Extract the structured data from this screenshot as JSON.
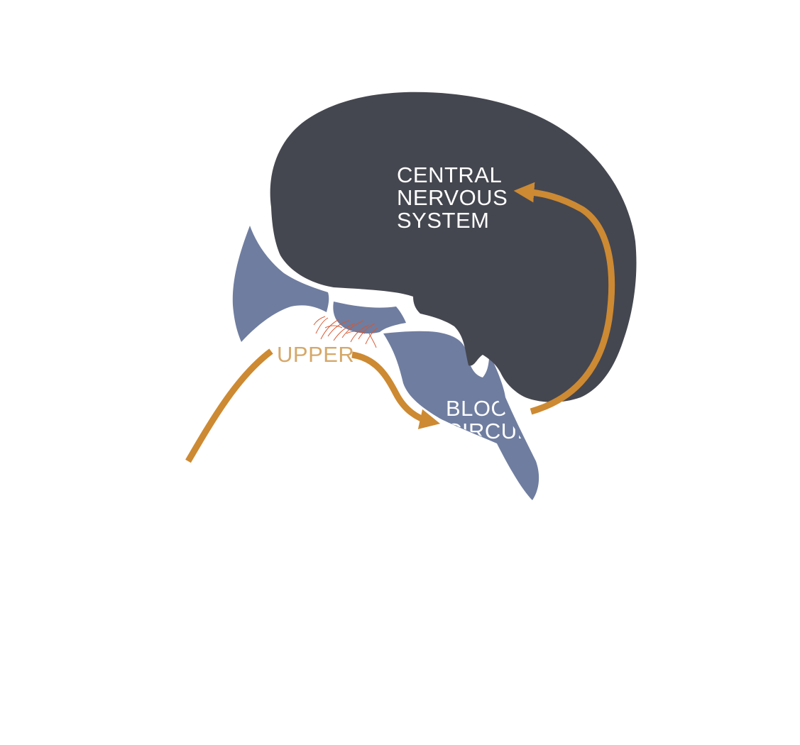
{
  "labels": {
    "cns_line1": "CENTRAL",
    "cns_line2": "NERVOUS",
    "cns_line3": "SYSTEM",
    "upper": "UPPER",
    "blood_line1": "BLOOD",
    "blood_line2": "CIRCULATION"
  },
  "colors": {
    "brain": "#454750",
    "tissue": "#6f7da0",
    "arrow": "#cd8a32",
    "upper_text": "#d6a869",
    "vessels": "#d9552e",
    "text_light": "#ffffff",
    "background": "#ffffff"
  }
}
